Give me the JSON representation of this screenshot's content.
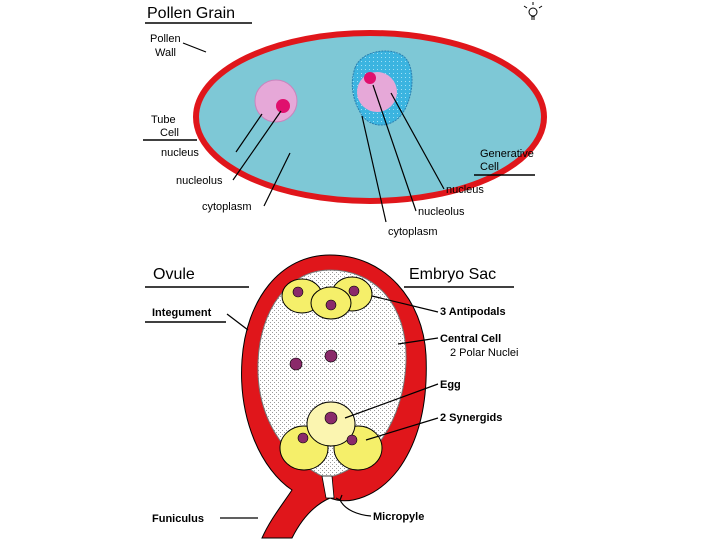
{
  "pollen": {
    "title": "Pollen Grain",
    "wall_line1": "Pollen",
    "wall_line2": "Wall",
    "tube_line1": "Tube",
    "tube_line2": "Cell",
    "tube_nucleus": "nucleus",
    "tube_nucleolus": "nucleolus",
    "tube_cytoplasm": "cytoplasm",
    "gen_line1": "Generative",
    "gen_line2": "Cell",
    "gen_nucleus": "nucleus",
    "gen_nucleolus": "nucleolus",
    "gen_cytoplasm": "cytoplasm"
  },
  "ovule": {
    "title": "Ovule",
    "embryo_sac": "Embryo Sac",
    "integument": "Integument",
    "antipodals": "3 Antipodals",
    "central_cell": "Central Cell",
    "polar_nuclei": "2 Polar Nuclei",
    "egg": "Egg",
    "synergids": "2 Synergids",
    "funiculus": "Funiculus",
    "micropyle": "Micropyle"
  },
  "colors": {
    "wall_red": "#e0161b",
    "cytoplasm_blue": "#7ec8d6",
    "generative_blue": "#3bb4e0",
    "nucleus_pink": "#e6a8d8",
    "nucleolus_magenta": "#e0106e",
    "cell_yellow": "#f5ef6a",
    "egg_yellow": "#fbf5b0",
    "nucleus_purple": "#8a2a6a"
  },
  "icons": [
    "lightbulb-icon"
  ]
}
